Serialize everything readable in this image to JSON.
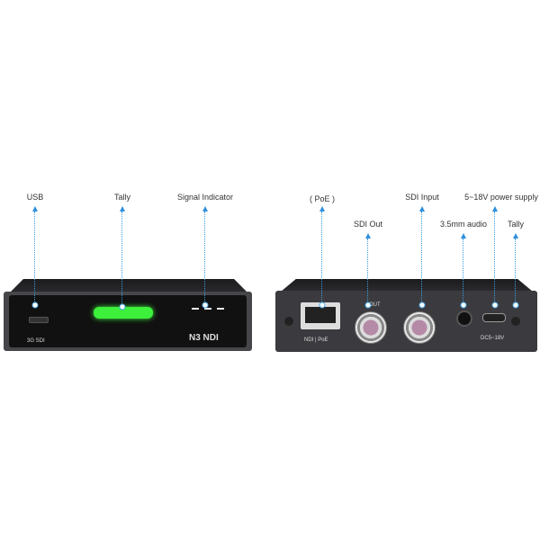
{
  "front": {
    "callouts": [
      {
        "label": "USB"
      },
      {
        "label": "Tally"
      },
      {
        "label": "Signal Indicator"
      }
    ],
    "badge_3g": "3G SDI",
    "logo": "N3 NDI",
    "tally_color": "#3cf03c"
  },
  "back": {
    "callouts": [
      {
        "label": "( PoE )"
      },
      {
        "label": "SDI Out"
      },
      {
        "label": "SDI Input"
      },
      {
        "label": "3.5mm audio"
      },
      {
        "label": "5~18V power supply"
      },
      {
        "label": "Tally"
      }
    ],
    "port_label_ndi": "NDI | PoE",
    "port_label_out": "OUT",
    "port_label_dc": "DC5~18V"
  },
  "colors": {
    "callout": "#2f8fdc",
    "device": "#3b3b3f"
  }
}
